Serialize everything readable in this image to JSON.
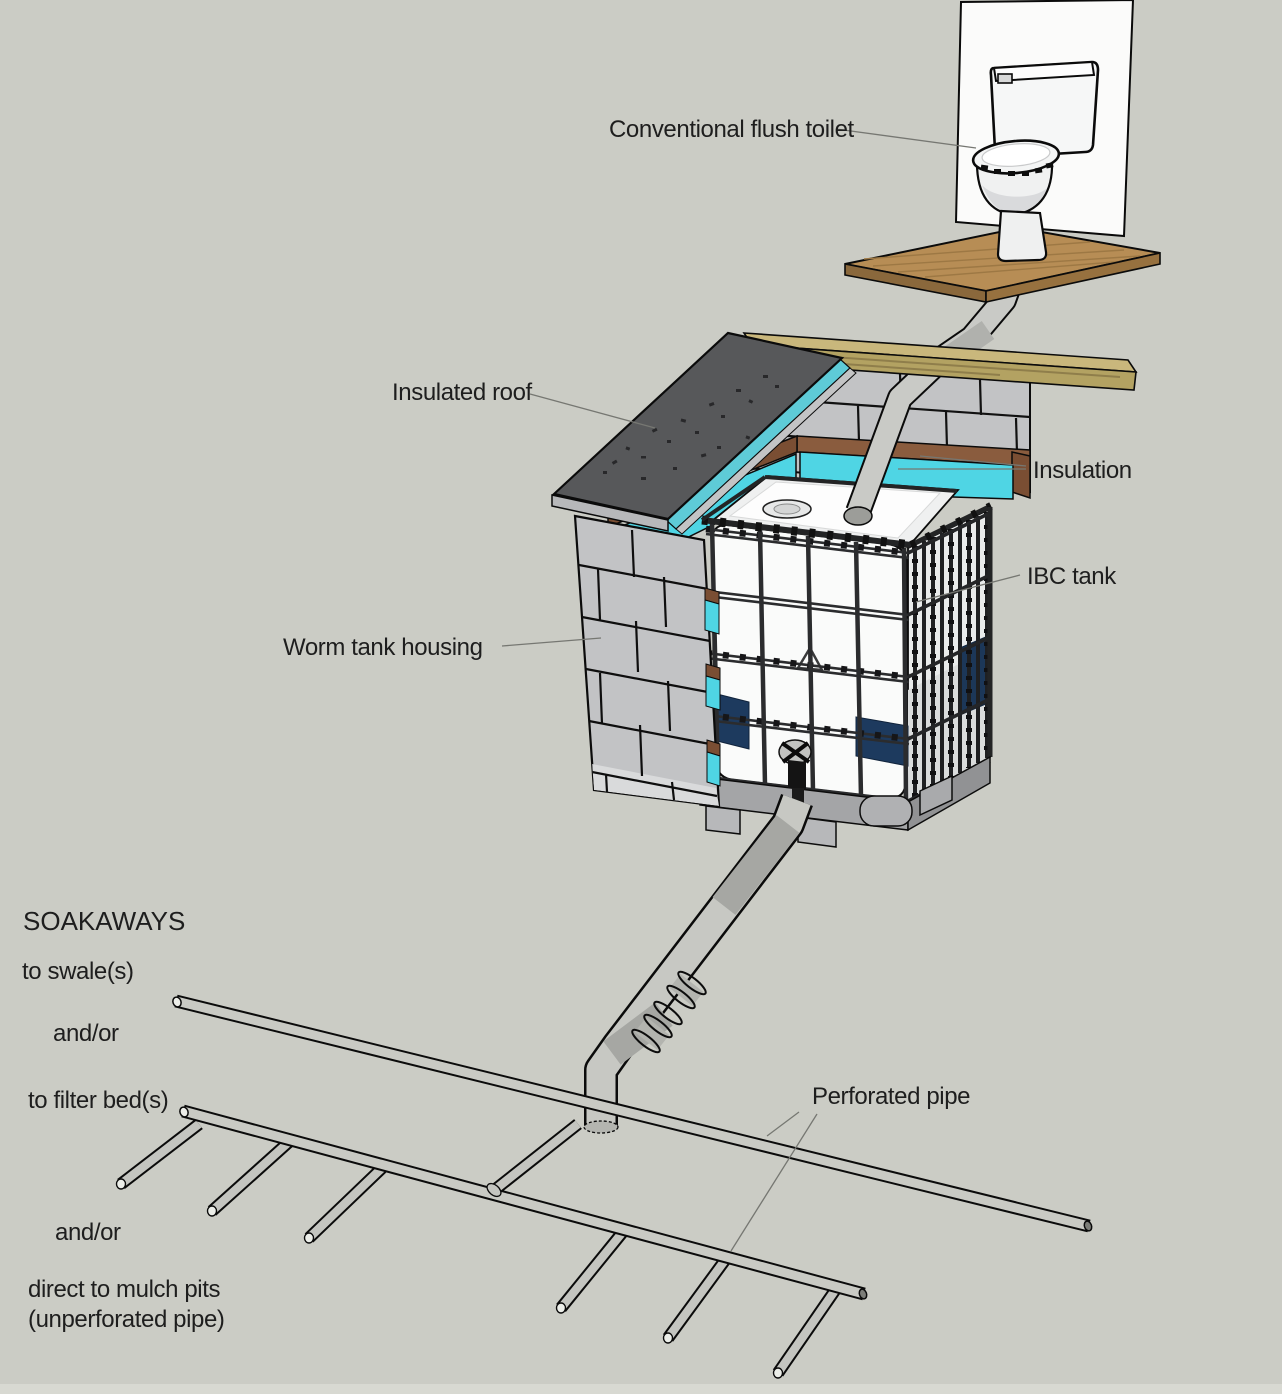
{
  "figure": {
    "type": "3d-sketch-diagram",
    "subject": "Vermicomposting flush-toilet worm tank system with soakaway options"
  },
  "labels": {
    "toilet": "Conventional flush toilet",
    "roof": "Insulated roof",
    "insulation": "Insulation",
    "ibc_tank": "IBC tank",
    "housing": "Worm tank housing",
    "perforated_pipe": "Perforated pipe"
  },
  "soakaways": {
    "heading": "SOAKAWAYS",
    "options": [
      "to swale(s)",
      "and/or",
      "to filter bed(s)",
      "and/or",
      "direct to mulch pits",
      "(unperforated pipe)"
    ]
  },
  "colors": {
    "background": "#cbccc5",
    "roof_gray": "#57585a",
    "block_gray": "#c2c3c5",
    "insulation_cyan": "#4fd5e4",
    "wood_rim_brown": "#8a5c3e",
    "plank_tan": "#c9b77c",
    "platform_wood": "#b78d55",
    "tank_white": "#fafbfa",
    "tank_navy": "#1d3a5e",
    "pipe_gray": "#c8c9c3"
  }
}
